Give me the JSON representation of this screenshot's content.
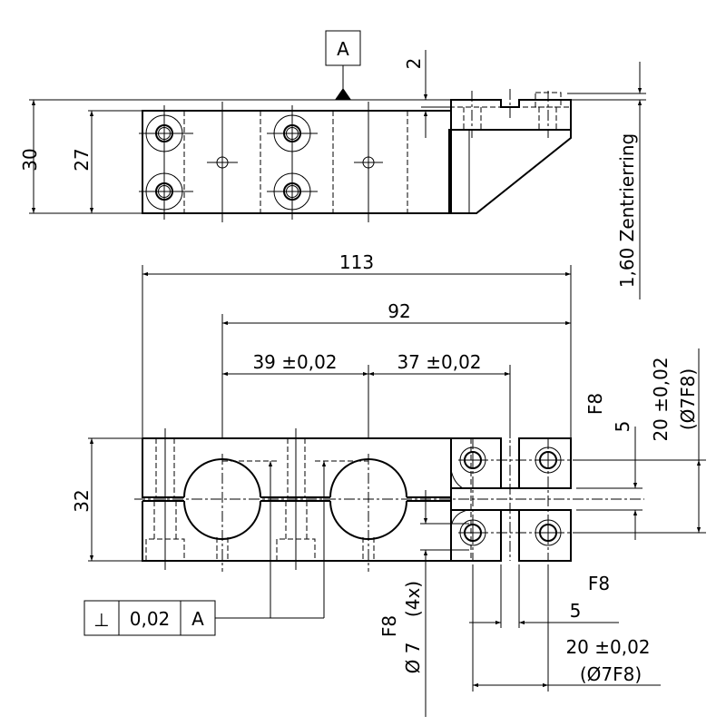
{
  "datum": {
    "label": "A"
  },
  "top_view": {
    "dim_total_height": "30",
    "dim_body_height": "27",
    "dim_offset": "2",
    "dim_centering_ring": "1,60 Zentrierring"
  },
  "front_view": {
    "dim_overall_length": "113",
    "dim_length_92": "92",
    "dim_pitch_1": "39 ±0,02",
    "dim_pitch_2": "37 ±0,02",
    "dim_height": "32",
    "right_tolerance": "F8",
    "right_gap": "5",
    "right_spacing": "20 ±0,02",
    "right_spacing_note": "(Ø7F8)",
    "bottom_tolerance": "F8",
    "bottom_gap": "5",
    "bottom_spacing": "20 ±0,02",
    "bottom_spacing_note": "(Ø7F8)",
    "hole_callout_diameter": "Ø 7",
    "hole_callout_tolerance": "F8",
    "hole_callout_count": "(4x)"
  },
  "feature_control_frame": {
    "symbol": "⊥",
    "tolerance": "0,02",
    "datum": "A"
  }
}
